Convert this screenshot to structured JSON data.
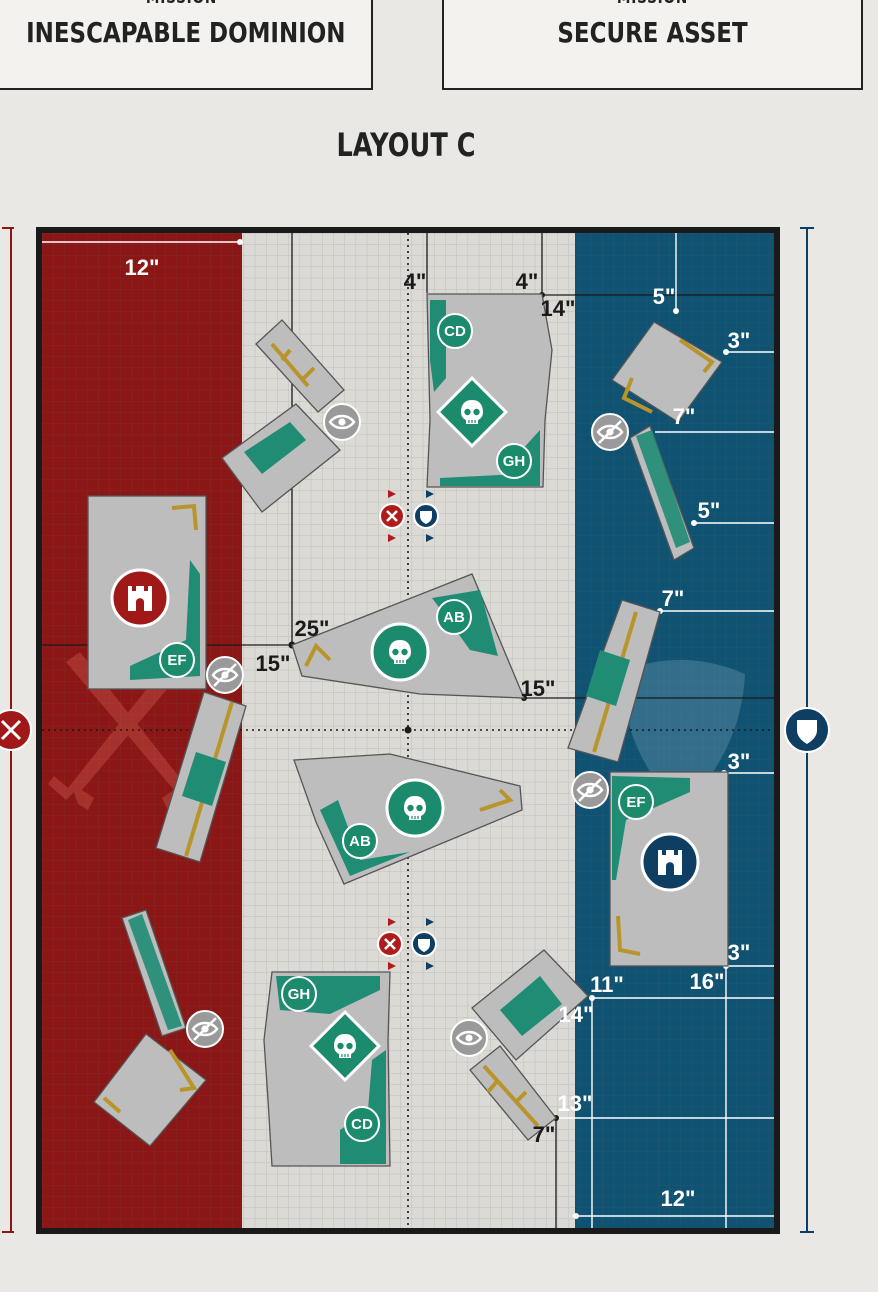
{
  "missions": {
    "left": {
      "label": "MISSION",
      "name": "INESCAPABLE DOMINION"
    },
    "right": {
      "label": "MISSION",
      "name": "SECURE ASSET"
    }
  },
  "layout_title": "LAYOUT C",
  "colors": {
    "red_zone": "#8b1616",
    "blue_zone": "#0f5272",
    "mid_zone": "#dcdad5",
    "terrain": "#bdbdbd",
    "ruin_green": "#1f8c73",
    "objective_green": "#1c8a6c",
    "gold": "#b8942a"
  },
  "measurements": {
    "m12_top": "12\"",
    "m4_a": "4\"",
    "m4_b": "4\"",
    "m14_top": "14\"",
    "m5_top": "5\"",
    "m3_a": "3\"",
    "m7_a": "7\"",
    "m5_b": "5\"",
    "m25": "25\"",
    "m15_left": "15\"",
    "m7_b": "7\"",
    "m15_right": "15\"",
    "m3_b": "3\"",
    "m3_c": "3\"",
    "m11": "11\"",
    "m16": "16\"",
    "m14_bottom": "14\"",
    "m13": "13\"",
    "m7_c": "7\"",
    "m12_bottom": "12\""
  },
  "badges": {
    "cd_top": "CD",
    "gh_top": "GH",
    "ab_top": "AB",
    "ef_left": "EF",
    "ab_bottom": "AB",
    "ef_right": "EF",
    "gh_bottom": "GH",
    "cd_bottom": "CD"
  },
  "icons": {
    "red_deployment": "crossed-swords-icon",
    "blue_deployment": "shield-icon",
    "objective": "skull-icon",
    "stronghold": "castle-icon",
    "line_of_sight": "eye-icon",
    "obscured": "eye-slash-icon"
  }
}
